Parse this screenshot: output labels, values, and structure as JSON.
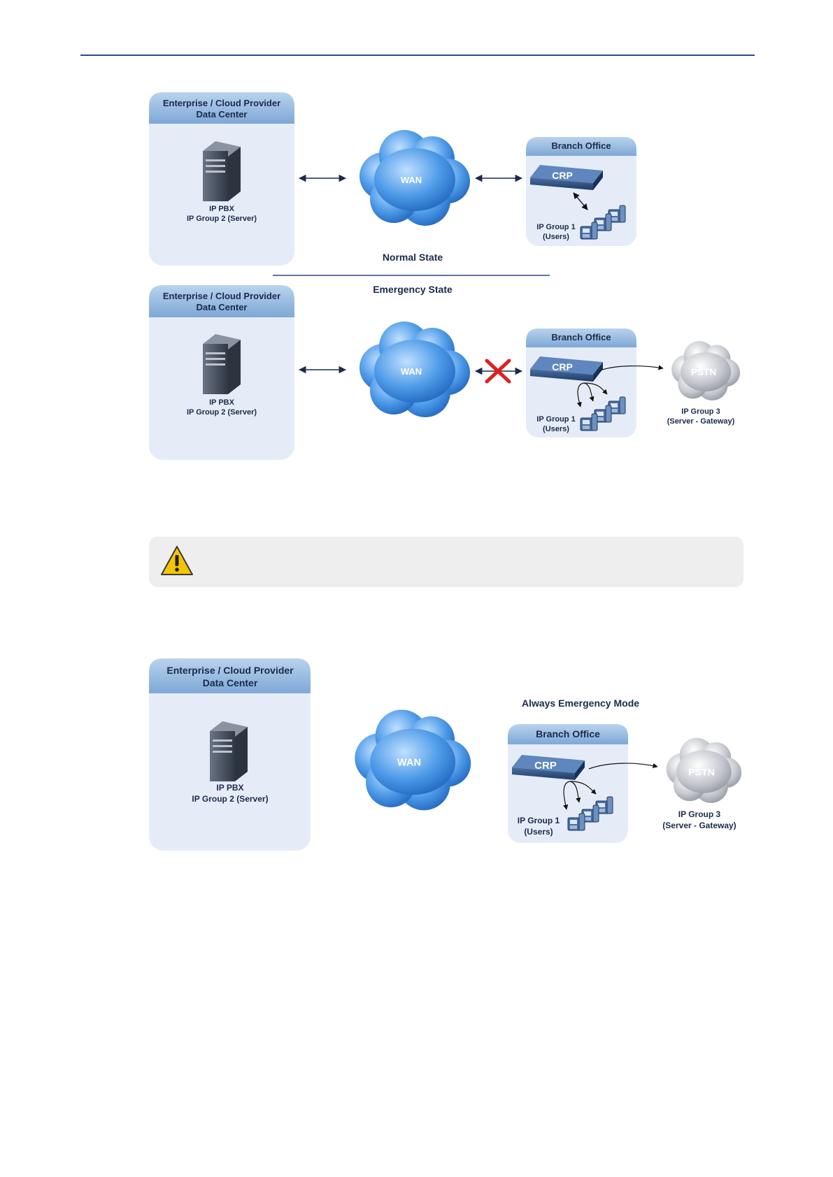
{
  "colors": {
    "rule": "#2a4a8c",
    "panel_header": "#8fb6dc",
    "panel_body": "#e6ecf7",
    "wan_cloud": "#2b7fd6",
    "pstn_cloud": "#b9bcc4",
    "label_text": "#1b2a4a",
    "fail_mark": "#e02020"
  },
  "diagrams": [
    {
      "datacenter": {
        "title_line1": "Enterprise / Cloud Provider",
        "title_line2": "Data Center",
        "server_line1": "IP PBX",
        "server_line2": "IP Group 2 (Server)"
      },
      "wan": "WAN",
      "branch": {
        "title": "Branch Office",
        "device": "CRP",
        "users_line1": "IP Group 1",
        "users_line2": "(Users)"
      },
      "state_label": "Normal State"
    },
    {
      "datacenter": {
        "title_line1": "Enterprise / Cloud Provider",
        "title_line2": "Data Center",
        "server_line1": "IP PBX",
        "server_line2": "IP Group 2 (Server)"
      },
      "wan": "WAN",
      "branch": {
        "title": "Branch Office",
        "device": "CRP",
        "users_line1": "IP Group 1",
        "users_line2": "(Users)"
      },
      "pstn": {
        "label": "PSTN",
        "line1": "IP Group 3",
        "line2": "(Server - Gateway)"
      },
      "state_label": "Emergency State"
    },
    {
      "datacenter": {
        "title_line1": "Enterprise / Cloud Provider",
        "title_line2": "Data Center",
        "server_line1": "IP PBX",
        "server_line2": "IP Group 2 (Server)"
      },
      "wan": "WAN",
      "branch": {
        "title": "Branch Office",
        "device": "CRP",
        "users_line1": "IP Group 1",
        "users_line2": "(Users)"
      },
      "pstn": {
        "label": "PSTN",
        "line1": "IP Group 3",
        "line2": "(Server - Gateway)"
      },
      "state_label": "Always Emergency Mode"
    }
  ],
  "note": {
    "icon": "warning-icon"
  }
}
